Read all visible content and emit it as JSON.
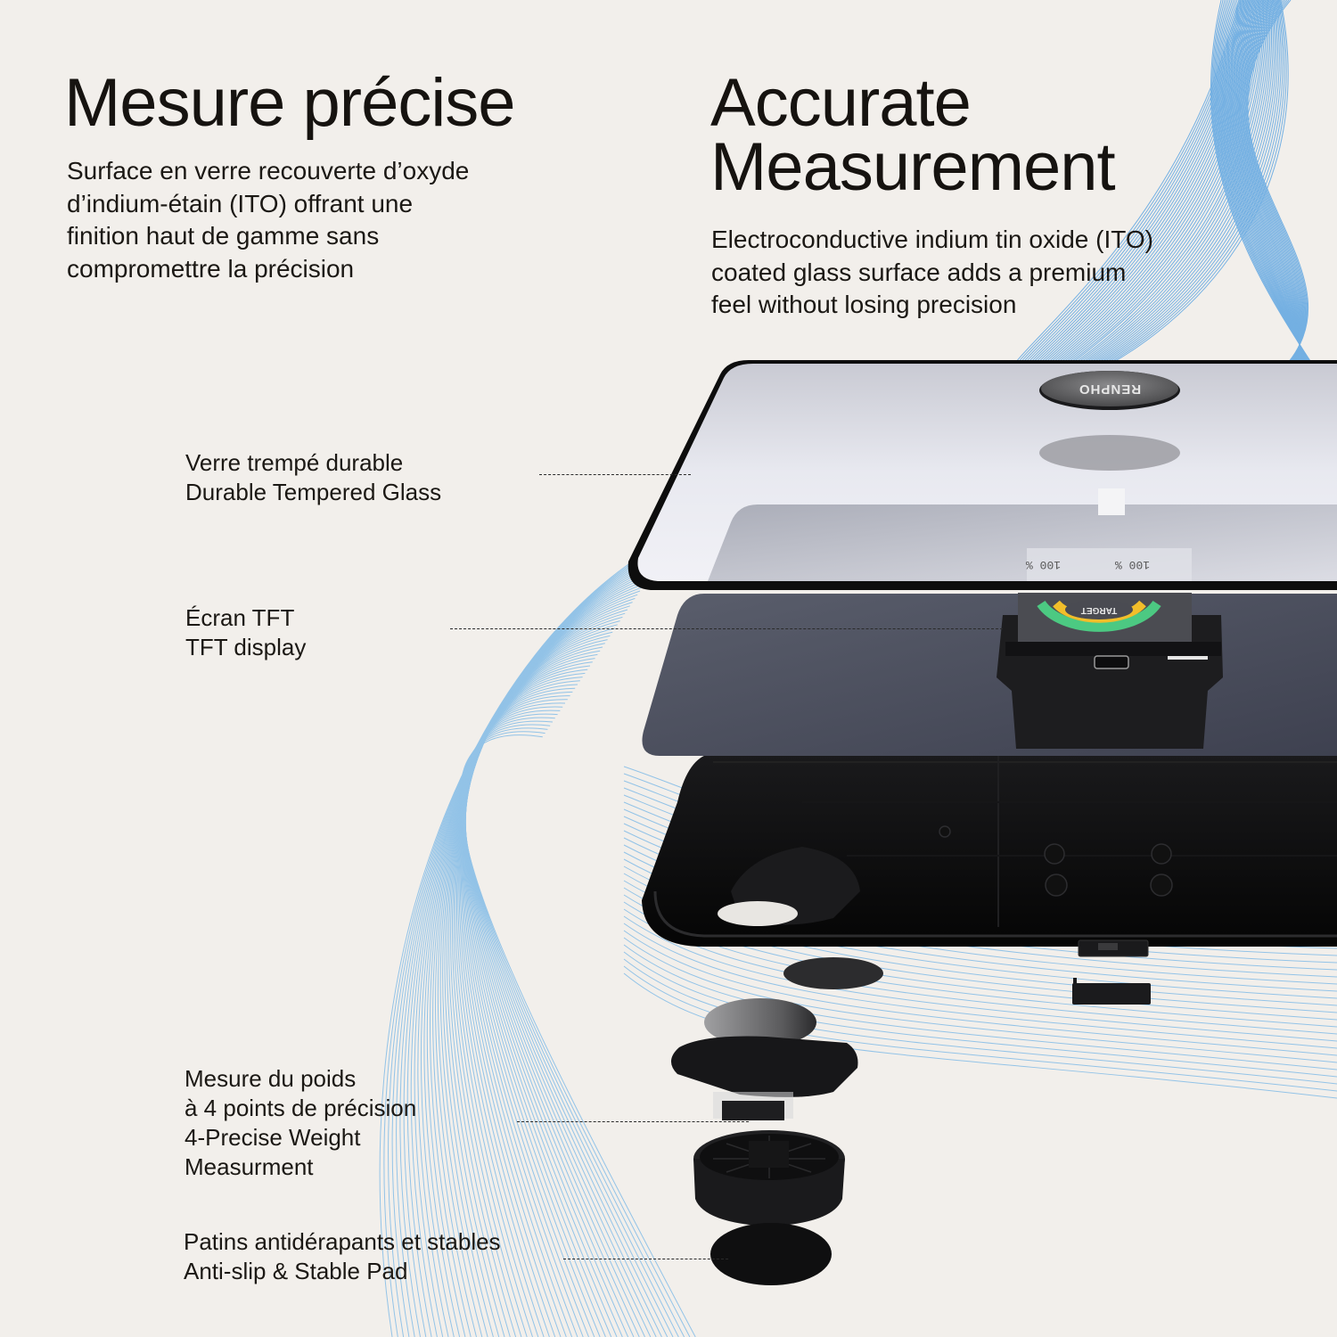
{
  "colors": {
    "background": "#f2efeb",
    "text": "#161310",
    "wave_blue": "#4a9be0",
    "display_green": "#4cc982",
    "display_yellow": "#f2be2a",
    "plate_dark": "#4a4e5c",
    "glass": "#dcdde4"
  },
  "header": {
    "french": {
      "title": "Mesure précise",
      "description_lines": [
        "Surface en verre recouverte d’oxyde",
        "d’indium-étain (ITO) offrant une",
        "finition haut de gamme sans",
        "compromettre la précision"
      ]
    },
    "english": {
      "title_lines": [
        "Accurate",
        "Measurement"
      ],
      "description_lines": [
        "Electroconductive indium tin oxide (ITO)",
        "coated glass surface adds a premium",
        "feel without losing precision"
      ]
    }
  },
  "callouts": [
    {
      "id": "glass",
      "lines": [
        "Verre trempé durable",
        "Durable Tempered Glass"
      ]
    },
    {
      "id": "display",
      "lines": [
        "Écran TFT",
        "TFT display"
      ]
    },
    {
      "id": "weight",
      "lines": [
        "Mesure du poids",
        "à 4 points de précision",
        "4-Precise Weight",
        "Measurment"
      ]
    },
    {
      "id": "pad",
      "lines": [
        "Patins antidérapants et stables",
        "Anti-slip & Stable Pad"
      ]
    }
  ],
  "product": {
    "logo_text": "RENPHO",
    "display": {
      "ring_label": "TARGET",
      "readout_left": "100 %",
      "readout_right": "100 %"
    }
  }
}
